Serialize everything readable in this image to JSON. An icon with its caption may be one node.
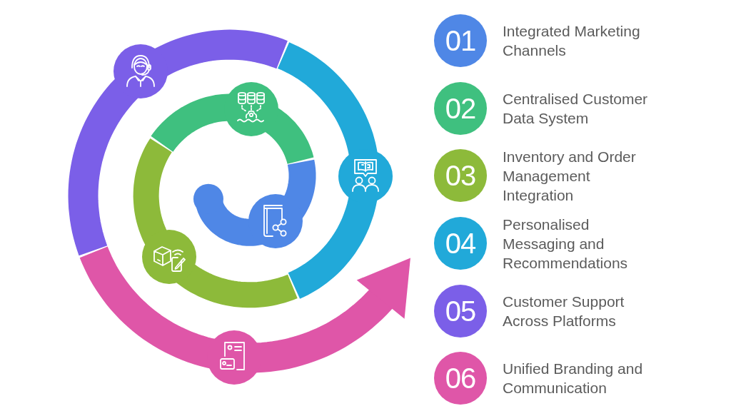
{
  "diagram": {
    "nodes": [
      {
        "text": [
          "01"
        ],
        "beside": [
          "Integrated Marketing Channels"
        ]
      },
      {
        "text": [
          "02"
        ],
        "beside": [
          "Centralised Customer Data System"
        ]
      },
      {
        "text": [
          "03"
        ],
        "beside": [
          "Inventory and Order Management Integration"
        ]
      },
      {
        "text": [
          "04"
        ],
        "beside": [
          "Personalised Messaging and Recommendations"
        ]
      },
      {
        "text": [
          "05"
        ],
        "beside": [
          "Customer Support Across Platforms"
        ]
      },
      {
        "text": [
          "06"
        ],
        "beside": [
          "Unified Branding and Communication"
        ]
      }
    ]
  }
}
